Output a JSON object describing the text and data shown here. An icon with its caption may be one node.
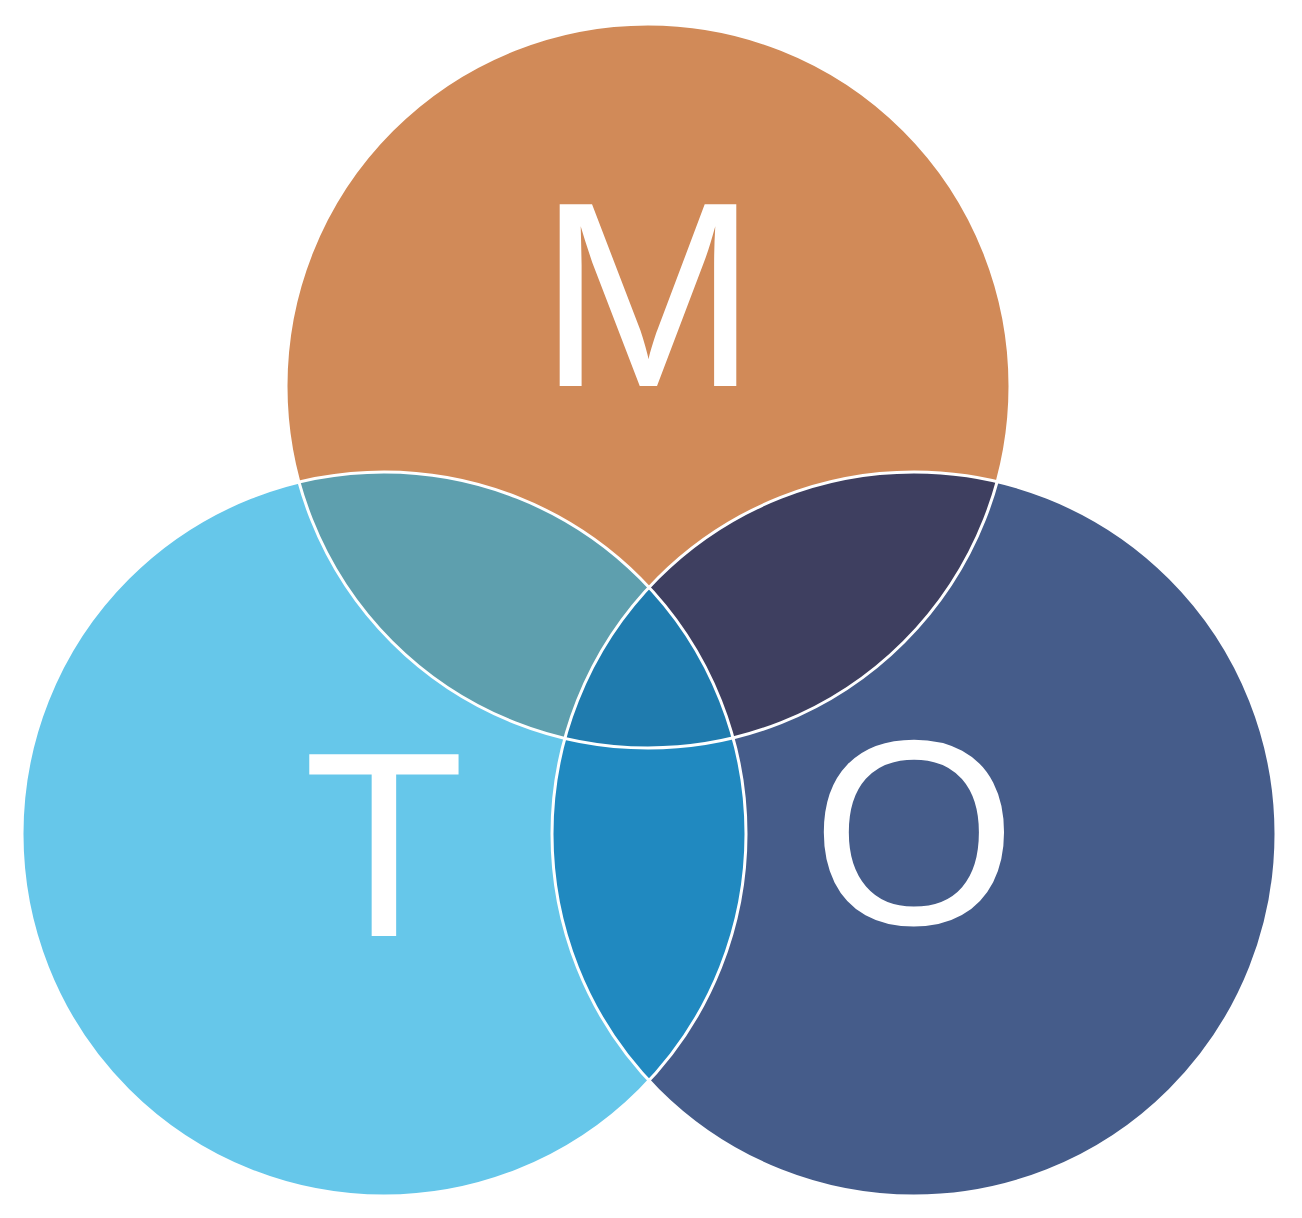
{
  "diagram": {
    "nodes": [
      {
        "text": [
          "M"
        ]
      },
      {
        "text": [
          "T"
        ]
      },
      {
        "text": [
          "O"
        ]
      }
    ]
  }
}
